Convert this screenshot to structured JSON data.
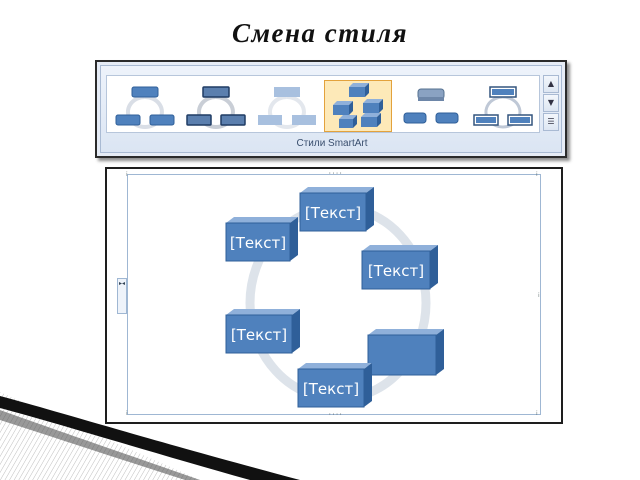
{
  "slide": {
    "title": "Смена стиля"
  },
  "ribbon": {
    "gallery_label": "Стили SmartArt",
    "thumbnails": [
      {
        "name": "style-1",
        "selected": false
      },
      {
        "name": "style-2",
        "selected": false
      },
      {
        "name": "style-3",
        "selected": false
      },
      {
        "name": "style-4",
        "selected": true
      },
      {
        "name": "style-5",
        "selected": false
      },
      {
        "name": "style-6",
        "selected": false
      }
    ],
    "scroll_up_icon": "triangle-up",
    "scroll_down_icon": "triangle-down",
    "more_icon": "more-arrow",
    "colors": {
      "accent": "#4f81bd",
      "selected_border": "#e3a23c",
      "selected_fill": "#fde9b8"
    }
  },
  "smartart": {
    "box_label": "[Текст]",
    "side_tab_glyph": "▸◂",
    "box_color": "#4f81bd",
    "ring_color": "#dde3ea"
  }
}
